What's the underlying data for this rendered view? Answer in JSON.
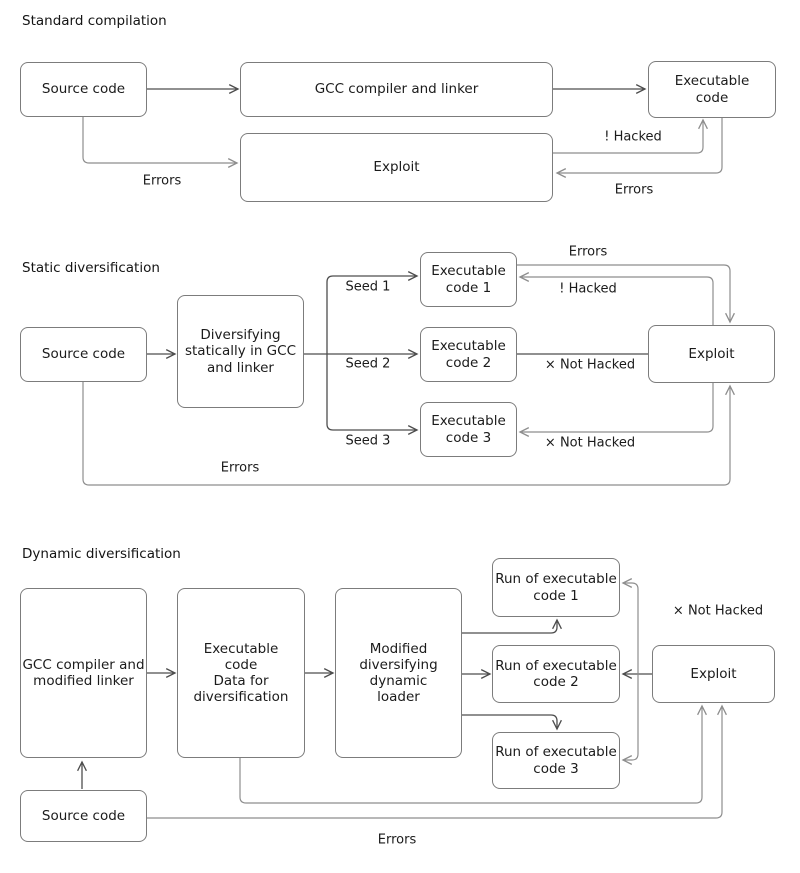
{
  "colors": {
    "background": "#ffffff",
    "box_border": "#7c7c7c",
    "flow_line": "#4d4d4d",
    "loop_line": "#8e8e8e",
    "text": "#1b1b1b"
  },
  "standard": {
    "title": "Standard compilation",
    "source": "Source code",
    "compiler": "GCC compiler and linker",
    "executable": "Executable\ncode",
    "exploit": "Exploit",
    "label_errors_source": "Errors",
    "label_hacked": "! Hacked",
    "label_errors_exec": "Errors"
  },
  "static": {
    "title": "Static diversification",
    "source": "Source code",
    "diversifier": "Diversifying\nstatically in GCC\nand linker",
    "exec1": "Executable\ncode 1",
    "exec2": "Executable\ncode 2",
    "exec3": "Executable\ncode 3",
    "exploit": "Exploit",
    "seed1": "Seed 1",
    "seed2": "Seed 2",
    "seed3": "Seed 3",
    "label_errors_top": "Errors",
    "label_hacked": "! Hacked",
    "label_not_hacked_2": "× Not Hacked",
    "label_not_hacked_3": "× Not Hacked",
    "label_errors_bottom": "Errors"
  },
  "dynamic": {
    "title": "Dynamic diversification",
    "compiler": "GCC compiler and\nmodified linker",
    "execdata": "Executable\ncode\nData for\ndiversification",
    "loader": "Modified\ndiversifying\ndynamic\nloader",
    "source": "Source code",
    "run1": "Run of executable\ncode 1",
    "run2": "Run of executable\ncode 2",
    "run3": "Run of executable\ncode 3",
    "exploit": "Exploit",
    "label_not_hacked": "× Not Hacked",
    "label_errors": "Errors"
  }
}
